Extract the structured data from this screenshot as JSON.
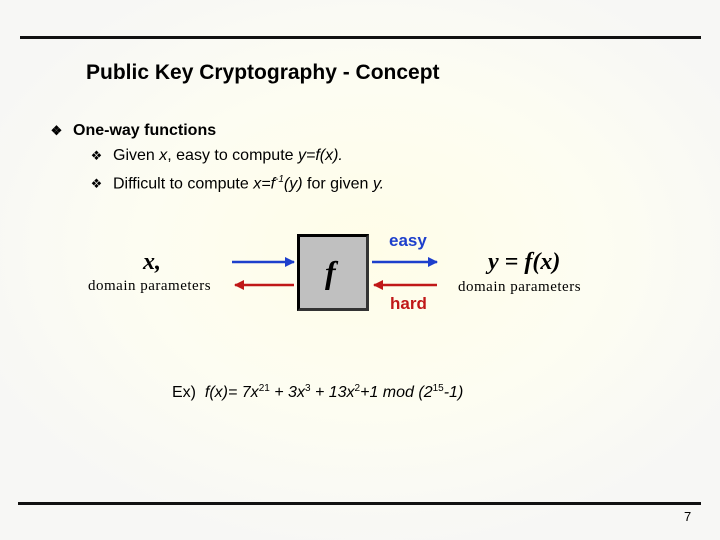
{
  "slide": {
    "title": "Public Key Cryptography - Concept",
    "page_number": "7"
  },
  "bullets": {
    "main": "One-way functions",
    "sub1_a": "Given ",
    "sub1_b": "x",
    "sub1_c": ", easy to compute ",
    "sub1_d": "y=f(x).",
    "sub2_a": "Difficult to compute ",
    "sub2_b": "x=f",
    "sub2_sup": "-1",
    "sub2_c": "(y)",
    "sub2_d": " for given ",
    "sub2_e": "y."
  },
  "diagram": {
    "input_label": "x,",
    "input_params": "domain parameters",
    "function_label": "f",
    "easy_label": "easy",
    "hard_label": "hard",
    "output_label": "y = f(x)",
    "output_params": "domain parameters",
    "colors": {
      "easy": "#1d3fcc",
      "hard": "#c01818",
      "box": "#c0c0c0"
    }
  },
  "example": {
    "prefix": "Ex)  ",
    "lhs": "f(x)= 7x",
    "e1": "21",
    "t2": " + 3x",
    "e2": "3",
    "t3": " + 13x",
    "e3": "2",
    "t4": "+1 mod (2",
    "e4": "15",
    "t5": "-1)"
  }
}
